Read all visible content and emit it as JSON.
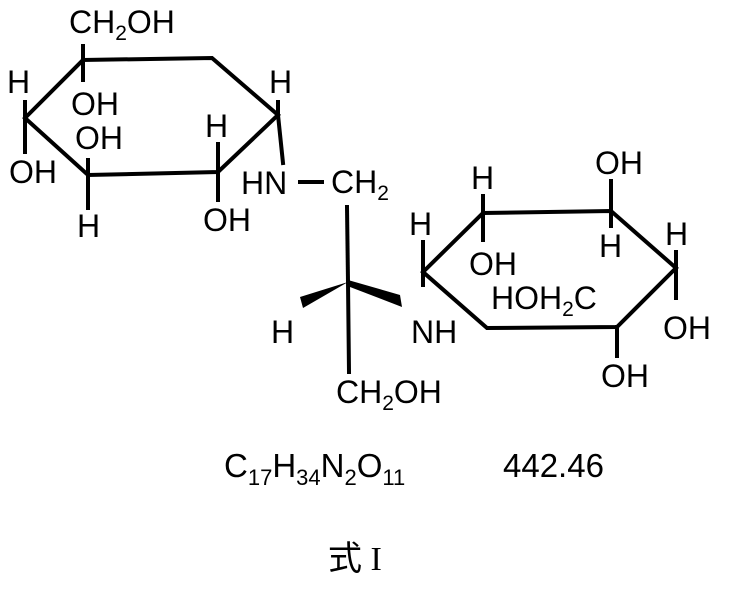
{
  "figure": {
    "type": "chemical-structure",
    "left_ring": {
      "ch2oh_top": "CH2OH",
      "h_left": "H",
      "oh_under_top": "OH",
      "oh_mid": "OH",
      "oh_left": "OH",
      "h_bottom": "H",
      "h_inner": "H",
      "oh_bottom": "OH",
      "h_right": "H"
    },
    "linker": {
      "hn": "HN",
      "ch2": "CH2",
      "h_wedge": "H",
      "nh": "NH",
      "ch2oh_bottom": "CH2OH"
    },
    "right_ring": {
      "h_left": "H",
      "h_top": "H",
      "oh_inner": "OH",
      "oh_top": "OH",
      "h_inner": "H",
      "h_right": "H",
      "hoh2c": "HOH2C",
      "oh_right": "OH",
      "oh_bottom": "OH"
    },
    "formula": {
      "elements": [
        {
          "symbol": "C",
          "count": "17"
        },
        {
          "symbol": "H",
          "count": "34"
        },
        {
          "symbol": "N",
          "count": "2"
        },
        {
          "symbol": "O",
          "count": "11"
        }
      ],
      "molecular_weight": "442.46"
    },
    "caption": "式 I"
  }
}
